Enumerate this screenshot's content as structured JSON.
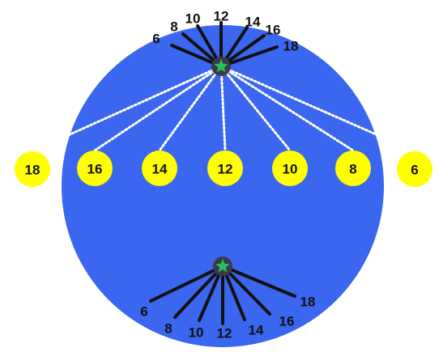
{
  "colors": {
    "circle": "#3a66f0",
    "spoke": "#111111",
    "hub": "#3a3a4a",
    "hub_star": "#22c35a",
    "disc_fill": "#ffff00",
    "dotted_line": "#ffffff",
    "dotted_line_outer": "#f3ef7a",
    "label": "#111111"
  },
  "icons": {
    "hub_marker": "green-star-icon"
  },
  "top_spokes": [
    "6",
    "8",
    "10",
    "12",
    "14",
    "16",
    "18"
  ],
  "bottom_spokes": [
    "6",
    "8",
    "10",
    "12",
    "14",
    "16",
    "18"
  ],
  "discs": [
    "18",
    "16",
    "14",
    "12",
    "10",
    "8",
    "6"
  ]
}
